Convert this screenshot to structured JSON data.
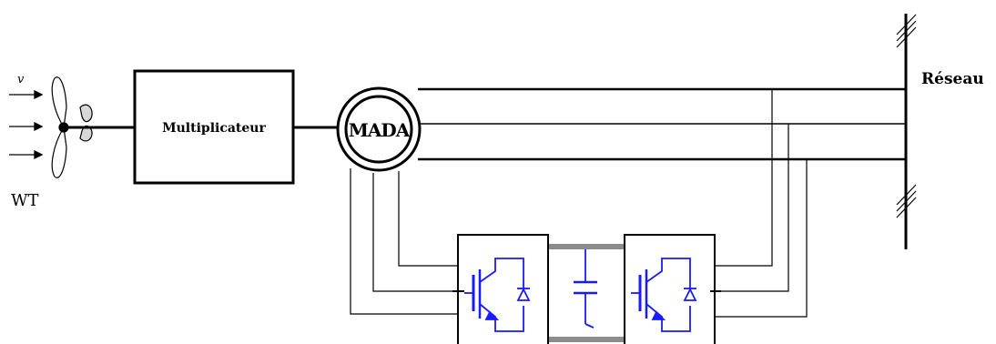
{
  "labels": {
    "wind_speed": "v",
    "turbine": "WT",
    "gearbox": "Multiplicateur",
    "generator": "MADA",
    "grid": "Réseau"
  },
  "colors": {
    "line": "#000000",
    "converter_symbol": "#1a1aff",
    "dc_link_fill": "#8c8c8c"
  }
}
